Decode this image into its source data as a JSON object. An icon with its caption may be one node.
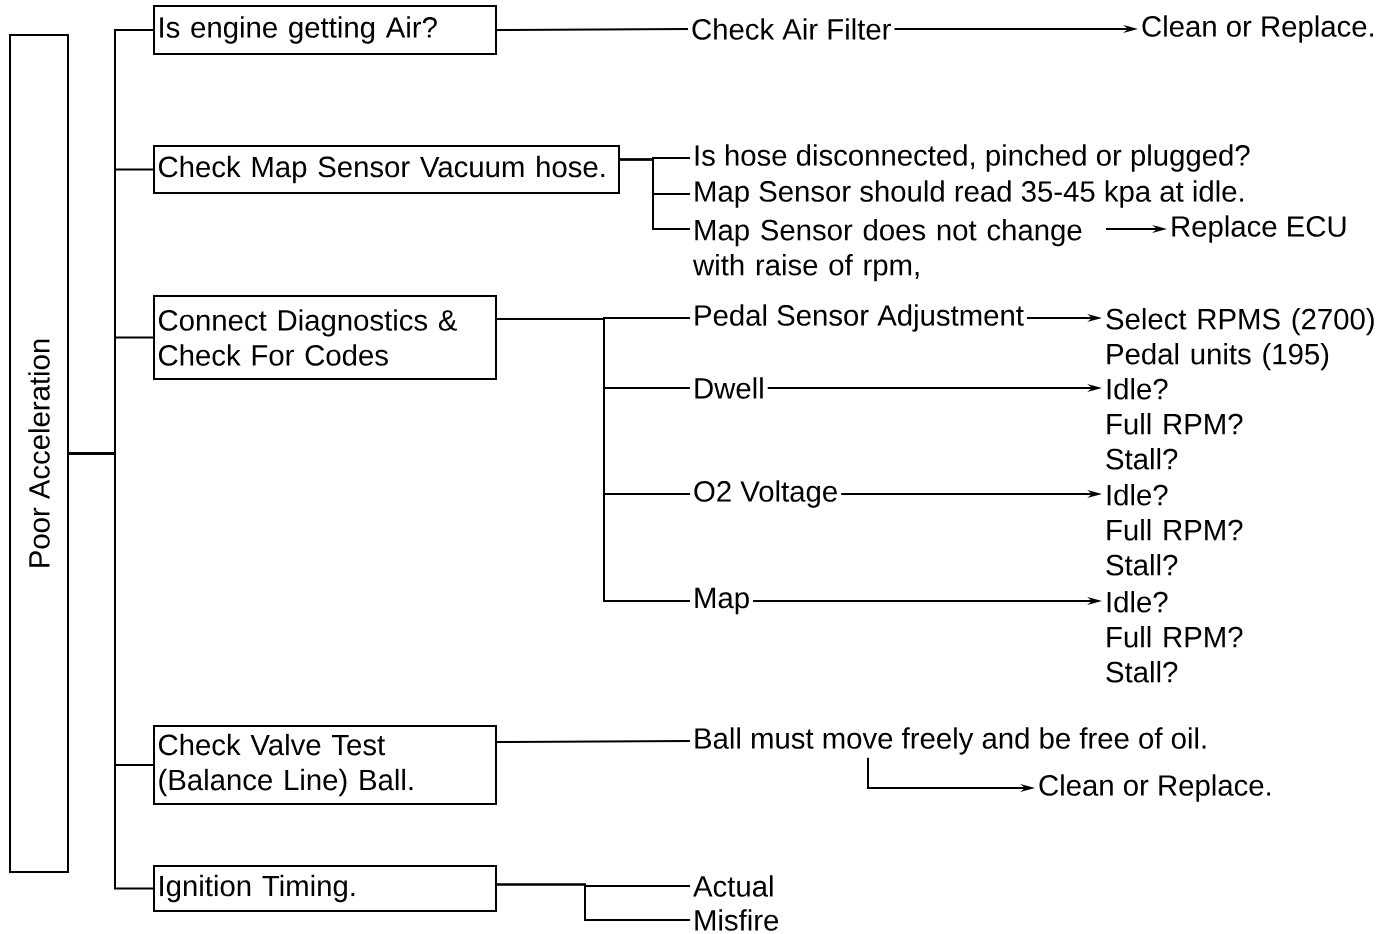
{
  "diagram": {
    "nodes": [
      {
        "text": [
          "Poor Acceleration"
        ]
      },
      {
        "text": [
          "Is engine getting Air?"
        ]
      },
      {
        "text": [
          "Check Air Filter"
        ]
      },
      {
        "text": [
          "Clean or Replace."
        ]
      },
      {
        "text": [
          "Check Map Sensor Vacuum hose."
        ]
      },
      {
        "text": [
          "Is hose disconnected, pinched or plugged?"
        ]
      },
      {
        "text": [
          "Map Sensor should read 35-45 kpa at idle."
        ]
      },
      {
        "text": [
          "Map Sensor does not change with raise of rpm,"
        ]
      },
      {
        "text": [
          "Replace ECU"
        ]
      },
      {
        "text": [
          "Connect Diagnostics & Check For Codes"
        ]
      },
      {
        "text": [
          "Pedal Sensor Adjustment"
        ]
      },
      {
        "text": [
          "Select RPMS (2700)",
          "Pedal units (195)"
        ]
      },
      {
        "text": [
          "Dwell"
        ]
      },
      {
        "text": [
          "Idle?",
          "Full RPM?",
          "Stall?"
        ]
      },
      {
        "text": [
          "O2 Voltage"
        ]
      },
      {
        "text": [
          "Idle?",
          "Full RPM?",
          "Stall?"
        ]
      },
      {
        "text": [
          "Map"
        ]
      },
      {
        "text": [
          "Idle?",
          "Full RPM?",
          "Stall?"
        ]
      },
      {
        "text": [
          "Check Valve Test (Balance Line) Ball."
        ]
      },
      {
        "text": [
          "Ball must move freely and be free of oil."
        ]
      },
      {
        "text": [
          "Clean or Replace."
        ]
      },
      {
        "text": [
          "Ignition Timing."
        ]
      },
      {
        "text": [
          "Actual"
        ]
      },
      {
        "text": [
          "Misfire"
        ]
      }
    ],
    "edges": [
      {
        "from": 0,
        "to": 1,
        "arrow": "none"
      },
      {
        "from": 0,
        "to": 4,
        "arrow": "none"
      },
      {
        "from": 0,
        "to": 9,
        "arrow": "none"
      },
      {
        "from": 0,
        "to": 18,
        "arrow": "none"
      },
      {
        "from": 0,
        "to": 21,
        "arrow": "none"
      },
      {
        "from": 1,
        "to": 2,
        "arrow": "none"
      },
      {
        "from": 2,
        "to": 3,
        "arrow": "to"
      },
      {
        "from": 4,
        "to": 5,
        "arrow": "none"
      },
      {
        "from": 4,
        "to": 6,
        "arrow": "none"
      },
      {
        "from": 4,
        "to": 7,
        "arrow": "none"
      },
      {
        "from": 7,
        "to": 8,
        "arrow": "to"
      },
      {
        "from": 9,
        "to": 10,
        "arrow": "none"
      },
      {
        "from": 9,
        "to": 12,
        "arrow": "none"
      },
      {
        "from": 9,
        "to": 14,
        "arrow": "none"
      },
      {
        "from": 9,
        "to": 16,
        "arrow": "none"
      },
      {
        "from": 10,
        "to": 11,
        "arrow": "to"
      },
      {
        "from": 12,
        "to": 13,
        "arrow": "to"
      },
      {
        "from": 14,
        "to": 15,
        "arrow": "to"
      },
      {
        "from": 16,
        "to": 17,
        "arrow": "to"
      },
      {
        "from": 18,
        "to": 19,
        "arrow": "none"
      },
      {
        "from": 19,
        "to": 20,
        "arrow": "to"
      },
      {
        "from": 21,
        "to": 22,
        "arrow": "none"
      },
      {
        "from": 21,
        "to": 23,
        "arrow": "none"
      }
    ]
  }
}
